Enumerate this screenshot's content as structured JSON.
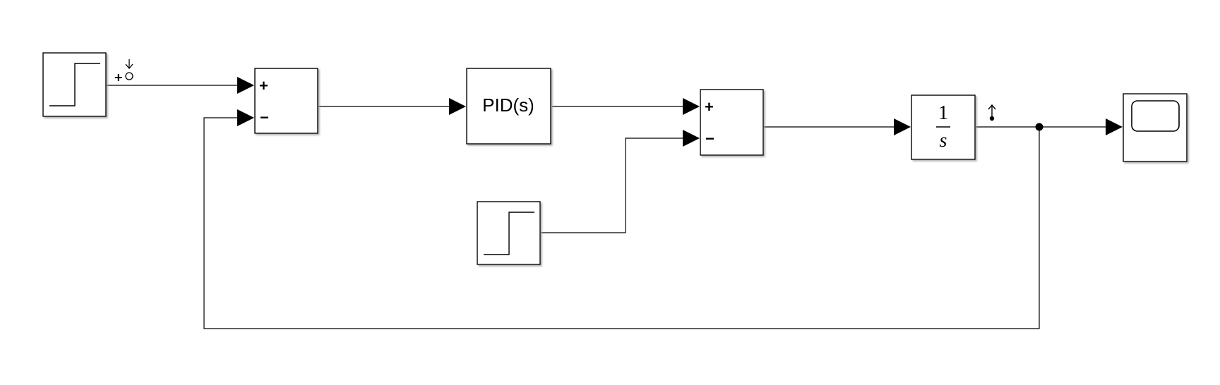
{
  "diagram": {
    "blocks": {
      "step_reference": {
        "kind": "step"
      },
      "sum_error": {
        "kind": "sum",
        "signs": [
          "+",
          "−"
        ]
      },
      "pid_controller": {
        "kind": "pid",
        "label": "PID(s)"
      },
      "sum_disturbance": {
        "kind": "sum",
        "signs": [
          "+",
          "−"
        ]
      },
      "step_disturbance": {
        "kind": "step"
      },
      "integrator": {
        "kind": "transfer-function",
        "numerator": "1",
        "denominator": "s"
      },
      "scope": {
        "kind": "scope"
      }
    },
    "reference_port_mark": "+",
    "colors": {
      "line": "#000000",
      "block_fill": "#ffffff",
      "block_shadow": "#b0b0b0"
    }
  }
}
